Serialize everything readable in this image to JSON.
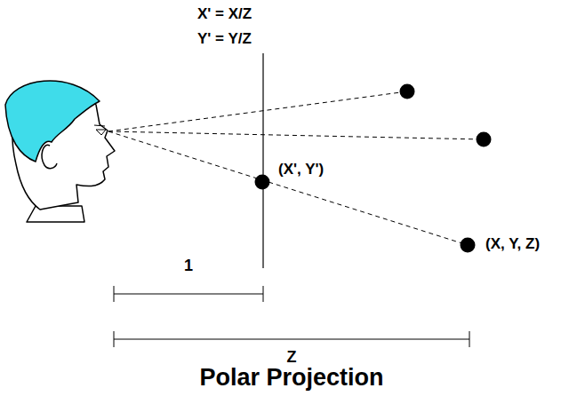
{
  "diagram": {
    "title": "Polar Projection",
    "labels": [
      "X' = X/Z",
      "Y' = Y/Z",
      "(X', Y')",
      "(X, Y, Z)",
      "1",
      "Z"
    ]
  }
}
